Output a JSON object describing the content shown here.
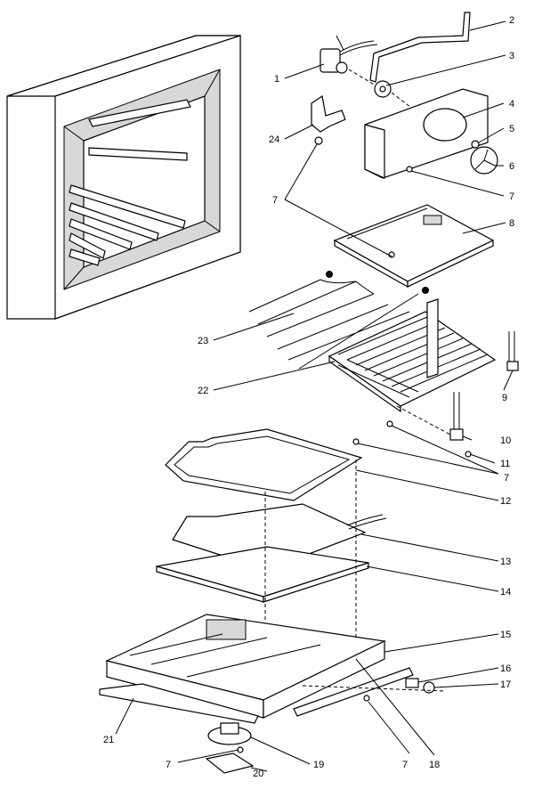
{
  "labels": {
    "l1": "1",
    "l2": "2",
    "l3": "3",
    "l4": "4",
    "l5": "5",
    "l6": "6",
    "l7a": "7",
    "l7b": "7",
    "l7c": "7",
    "l7d": "7",
    "l7e": "7",
    "l8": "8",
    "l9": "9",
    "l10": "10",
    "l11": "11",
    "l12": "12",
    "l13": "13",
    "l14": "14",
    "l15": "15",
    "l16": "16",
    "l17": "17",
    "l18": "18",
    "l19": "19",
    "l20": "20",
    "l21": "21",
    "l22": "22",
    "l23": "23",
    "l24": "24"
  }
}
